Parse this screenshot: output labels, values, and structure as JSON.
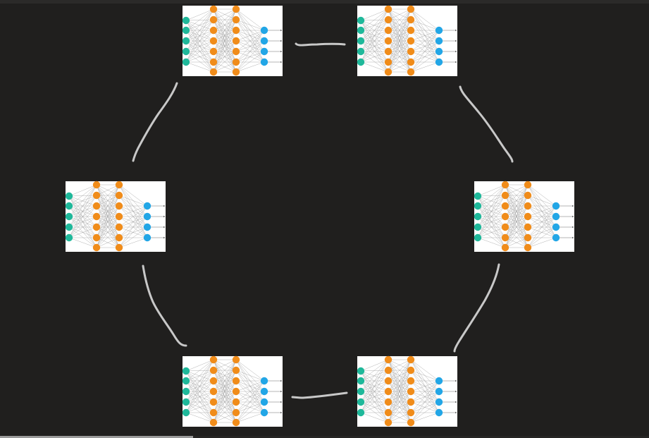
{
  "diagram": {
    "node_count": 6,
    "node_kind": "feed-forward neural network",
    "topology": "ring",
    "network": {
      "layers": [
        {
          "role": "input",
          "neurons": 5,
          "color": "#1fb89a"
        },
        {
          "role": "hidden",
          "neurons": 7,
          "color": "#f08c1a"
        },
        {
          "role": "hidden",
          "neurons": 7,
          "color": "#f08c1a"
        },
        {
          "role": "output",
          "neurons": 4,
          "color": "#22a6e6"
        }
      ],
      "output_arrows": true,
      "edge_color": "#9a9a9a",
      "panel_color": "#ffffff"
    },
    "nodes": [
      {
        "id": "nn-top-left"
      },
      {
        "id": "nn-top-right"
      },
      {
        "id": "nn-mid-right"
      },
      {
        "id": "nn-bottom-right"
      },
      {
        "id": "nn-bottom-left"
      },
      {
        "id": "nn-mid-left"
      }
    ],
    "connections": [
      {
        "from": "nn-top-left",
        "to": "nn-top-right"
      },
      {
        "from": "nn-top-right",
        "to": "nn-mid-right"
      },
      {
        "from": "nn-mid-right",
        "to": "nn-bottom-right"
      },
      {
        "from": "nn-bottom-right",
        "to": "nn-bottom-left"
      },
      {
        "from": "nn-bottom-left",
        "to": "nn-mid-left"
      },
      {
        "from": "nn-mid-left",
        "to": "nn-top-left"
      }
    ],
    "connector_color": "#c8c8c8"
  },
  "colors": {
    "background": "#201f1e",
    "scrollbar_thumb": "#9a9a9a"
  }
}
